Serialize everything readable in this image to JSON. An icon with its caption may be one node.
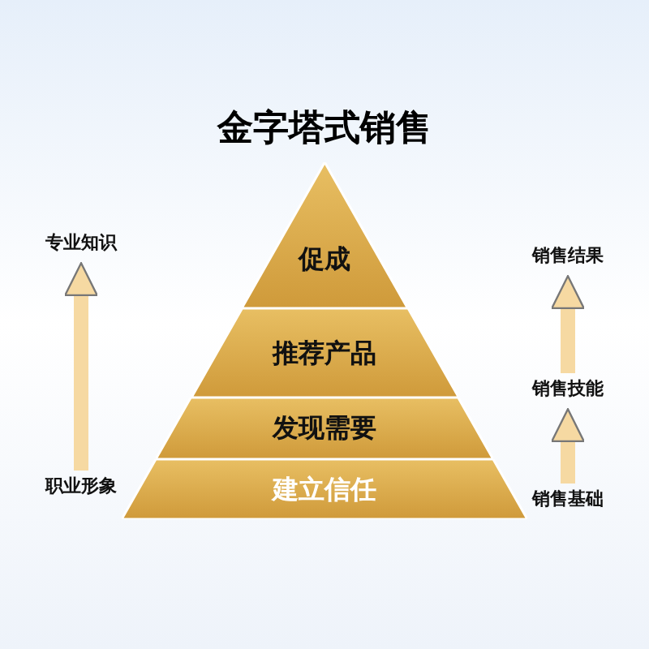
{
  "diagram": {
    "title": "金字塔式销售",
    "nodes": [
      {
        "text": [
          "促成"
        ]
      },
      {
        "text": [
          "推荐产品"
        ]
      },
      {
        "text": [
          "发现需要"
        ]
      },
      {
        "text": [
          "建立信任"
        ]
      },
      {
        "text": [
          "专业知识"
        ]
      },
      {
        "text": [
          "职业形象"
        ]
      },
      {
        "text": [
          "销售结果"
        ]
      },
      {
        "text": [
          "销售技能"
        ]
      },
      {
        "text": [
          "销售基础"
        ]
      }
    ],
    "edges": [
      {
        "from": 5,
        "to": 4,
        "arrow": "to"
      },
      {
        "from": 8,
        "to": 7,
        "arrow": "to"
      },
      {
        "from": 7,
        "to": 6,
        "arrow": "to"
      }
    ]
  }
}
